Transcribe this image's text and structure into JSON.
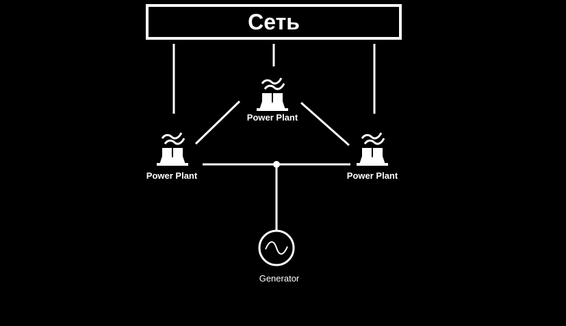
{
  "grid": {
    "label": "Сеть"
  },
  "plants": [
    {
      "id": "top",
      "label": "Power Plant",
      "icon": "power-plant-icon"
    },
    {
      "id": "left",
      "label": "Power Plant",
      "icon": "power-plant-icon"
    },
    {
      "id": "right",
      "label": "Power Plant",
      "icon": "power-plant-icon"
    }
  ],
  "generator": {
    "label": "Generator",
    "icon": "generator-icon"
  },
  "colors": {
    "background": "#000000",
    "foreground": "#ffffff"
  }
}
